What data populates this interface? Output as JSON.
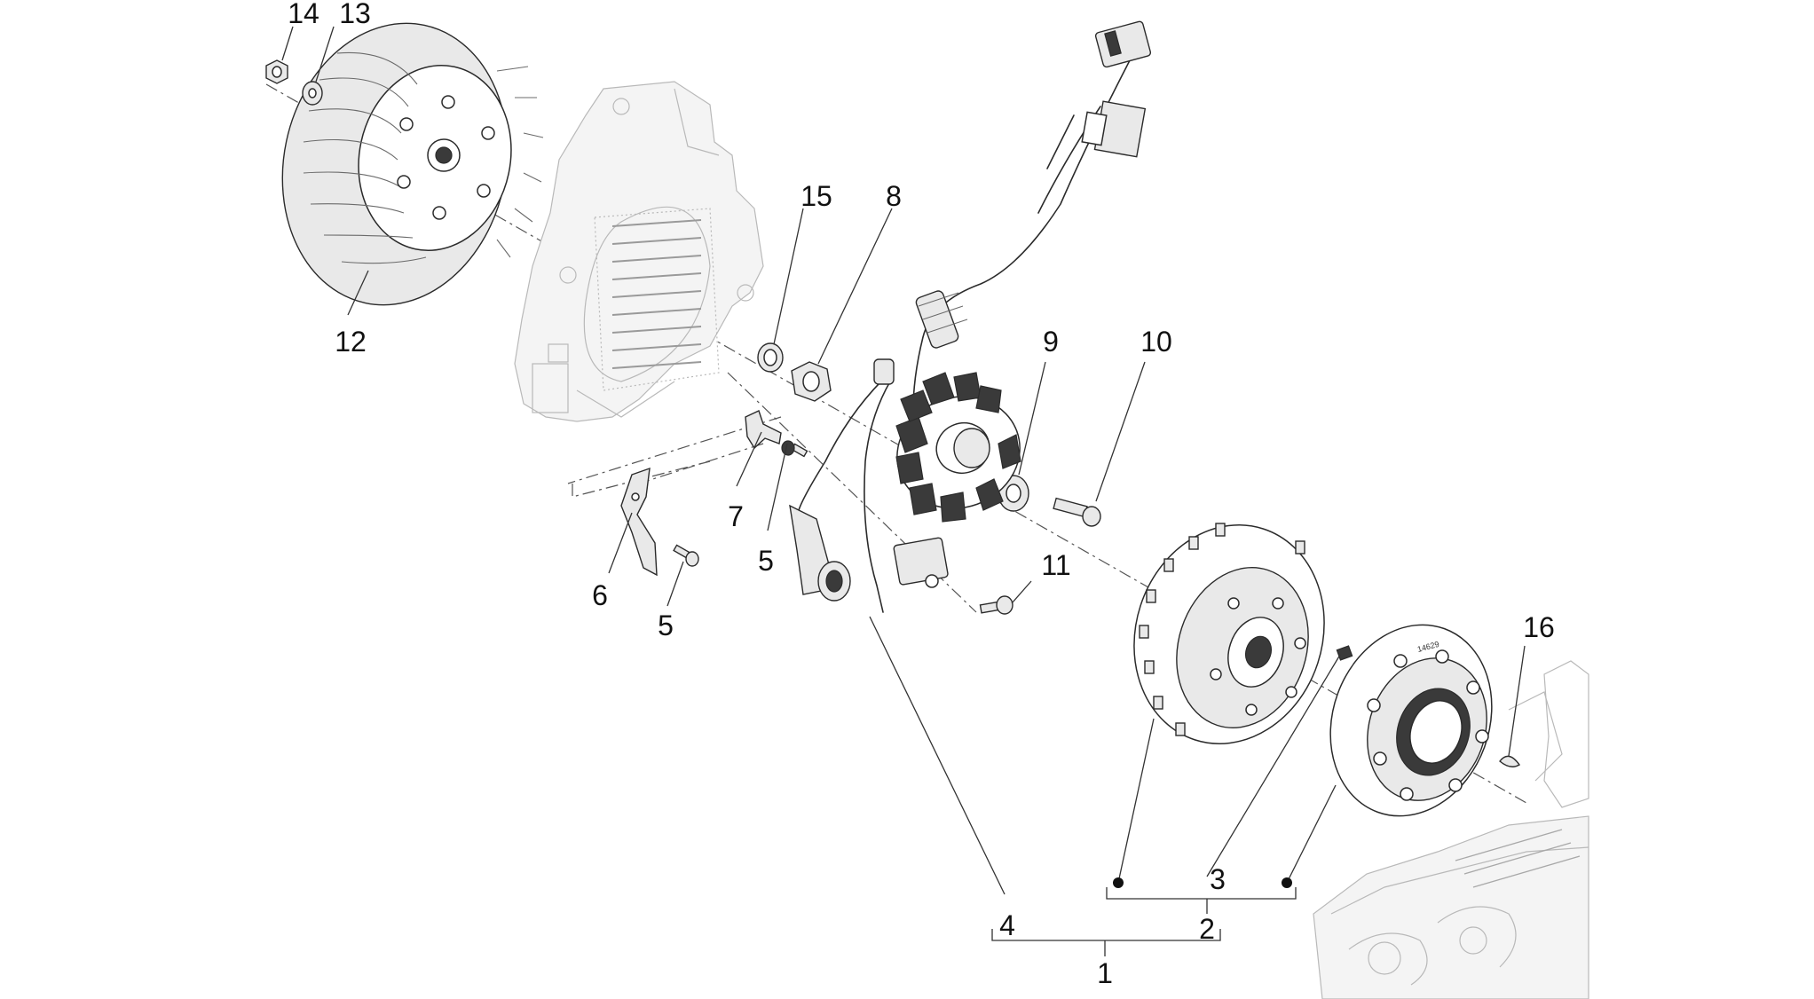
{
  "diagram": {
    "callouts": [
      {
        "id": "c14",
        "text": "14"
      },
      {
        "id": "c13",
        "text": "13"
      },
      {
        "id": "c12",
        "text": "12"
      },
      {
        "id": "c15",
        "text": "15"
      },
      {
        "id": "c8",
        "text": "8"
      },
      {
        "id": "c9",
        "text": "9"
      },
      {
        "id": "c10",
        "text": "10"
      },
      {
        "id": "c7",
        "text": "7"
      },
      {
        "id": "c5a",
        "text": "5"
      },
      {
        "id": "c6",
        "text": "6"
      },
      {
        "id": "c5b",
        "text": "5"
      },
      {
        "id": "c11",
        "text": "11"
      },
      {
        "id": "c16",
        "text": "16"
      },
      {
        "id": "c3",
        "text": "3"
      },
      {
        "id": "c2",
        "text": "2"
      },
      {
        "id": "c4",
        "text": "4"
      },
      {
        "id": "c1",
        "text": "1"
      }
    ],
    "markings": {
      "rotor_text": "14629"
    }
  }
}
